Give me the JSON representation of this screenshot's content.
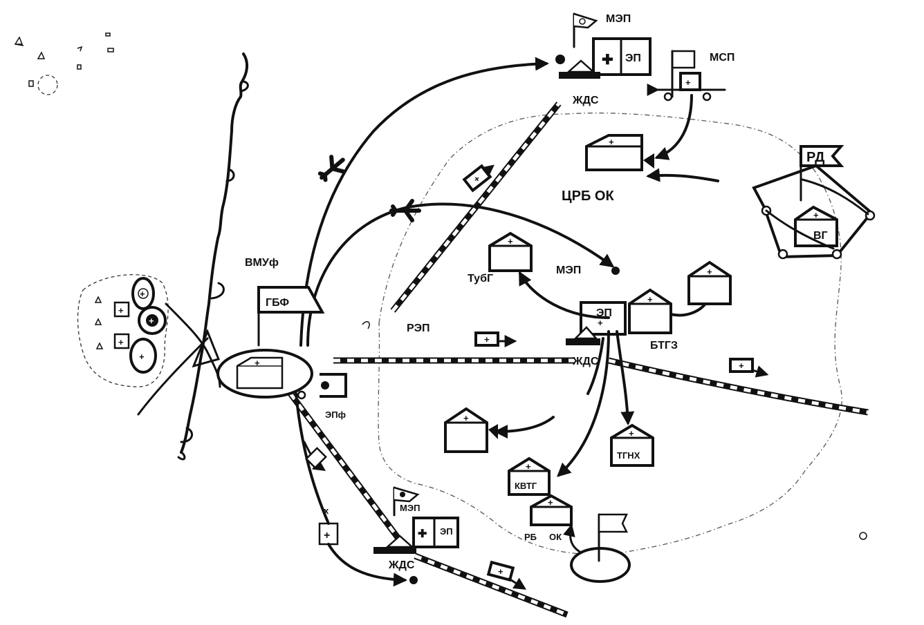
{
  "diagram": {
    "labels": {
      "mep_top": "МЭП",
      "ep_top": "ЭП",
      "msp": "МСП",
      "zhds_top": "ЖДС",
      "crb_ok": "ЦРБ ОК",
      "rd": "РД",
      "vg": "ВГ",
      "vmuf": "ВМУф",
      "gbf": "ГБФ",
      "tubg": "ТубГ",
      "mep_mid": "МЭП",
      "rep": "РЭП",
      "ep_mid": "ЭП",
      "btgz": "БТГЗ",
      "zhds_mid": "ЖДС",
      "epf": "ЭПф",
      "tgnh": "ТГНХ",
      "kvtg": "КВТГ",
      "rb": "РБ",
      "ok": "ОК",
      "mep_low": "МЭП",
      "ep_low": "ЭП",
      "zhds_low": "ЖДС",
      "x_mark": "х"
    },
    "colors": {
      "ink": "#111111",
      "paper": "#ffffff",
      "area_boundary": "#555555"
    },
    "icons": [
      "hospital-tent-icon",
      "railway-line-icon",
      "aircraft-icon",
      "flag-icon",
      "ambulance-icon",
      "medical-cross-icon",
      "arrow-icon"
    ]
  }
}
